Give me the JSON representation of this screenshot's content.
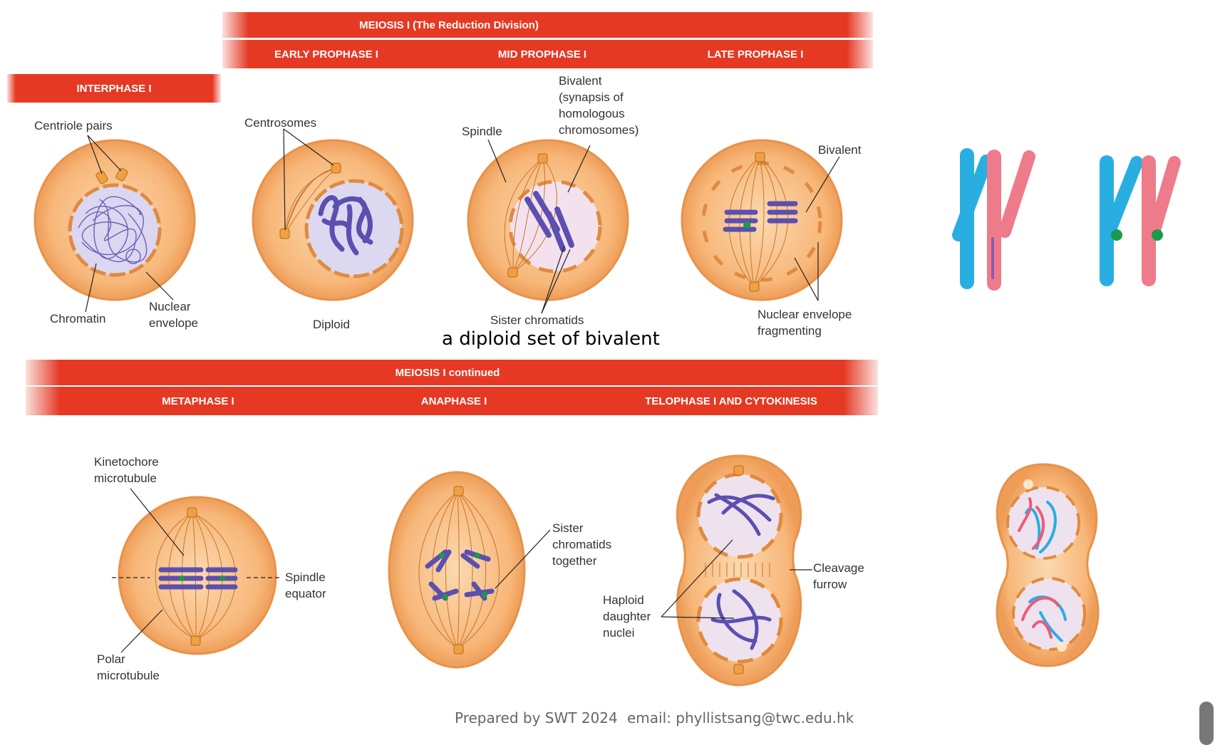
{
  "header_top": {
    "title": "MEIOSIS I (The Reduction Division)",
    "early": "EARLY PROPHASE I",
    "mid": "MID PROPHASE I",
    "late": "LATE PROPHASE I"
  },
  "interphase": {
    "title": "INTERPHASE I"
  },
  "header_bottom": {
    "title": "MEIOSIS I continued",
    "meta": "METAPHASE I",
    "ana": "ANAPHASE I",
    "telo": "TELOPHASE I AND CYTOKINESIS"
  },
  "labels": {
    "centriole_pairs": "Centriole pairs",
    "chromatin": "Chromatin",
    "nuclear_envelope_1": "Nuclear",
    "nuclear_envelope_2": "envelope",
    "centrosomes": "Centrosomes",
    "diploid": "Diploid",
    "spindle": "Spindle",
    "bivalent_1": "Bivalent",
    "bivalent_2": "(synapsis of",
    "bivalent_3": "homologous",
    "bivalent_4": "chromosomes)",
    "sister_chromatids": "Sister chromatids",
    "bivalent_late": "Bivalent",
    "nef_1": "Nuclear envelope",
    "nef_2": "fragmenting",
    "kinetochore_1": "Kinetochore",
    "kinetochore_2": "microtubule",
    "spindle_eq_1": "Spindle",
    "spindle_eq_2": "equator",
    "polar_1": "Polar",
    "polar_2": "microtubule",
    "sct_1": "Sister",
    "sct_2": "chromatids",
    "sct_3": "together",
    "haploid_1": "Haploid",
    "haploid_2": "daughter",
    "haploid_3": "nuclei",
    "cleavage_1": "Cleavage",
    "cleavage_2": "furrow"
  },
  "caption": "a diploid set of bivalent",
  "footer": {
    "prepared": "Prepared by SWT 2024",
    "email": "email: phyllistsang@twc.edu.hk"
  },
  "colors": {
    "band": "#e53924",
    "cell": "#f7b779",
    "cell_edge": "#e8924a",
    "nucleus": "#f3e3ef",
    "chromosome": "#5b4fb0",
    "blue_chrom": "#29aee2",
    "pink_chrom": "#ee7b8a",
    "centromere": "#1a9a4a"
  }
}
